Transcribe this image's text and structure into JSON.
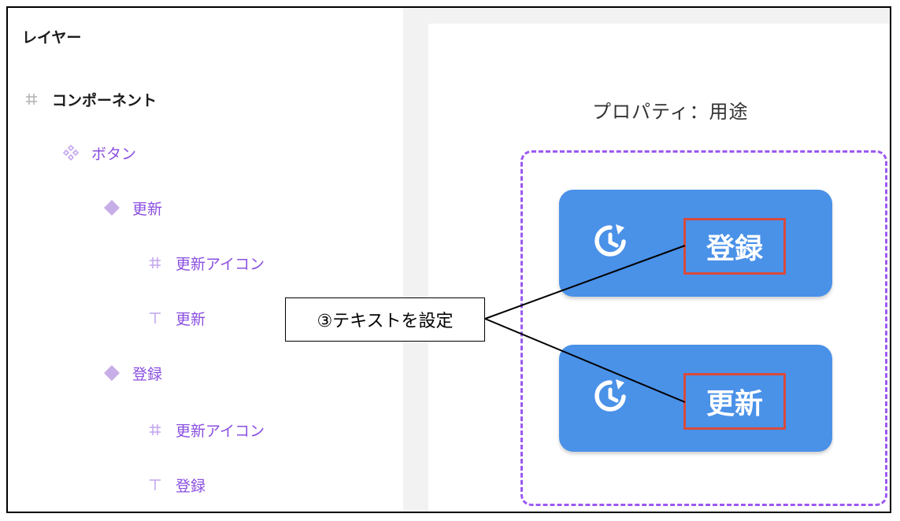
{
  "panel": {
    "title": "レイヤー"
  },
  "layers": [
    {
      "label": "コンポーネント",
      "icon": "hash-frame-icon"
    },
    {
      "label": "ボタン",
      "icon": "component-set-icon"
    },
    {
      "label": "更新",
      "icon": "variant-diamond-icon"
    },
    {
      "label": "更新アイコン",
      "icon": "hash-frame-icon"
    },
    {
      "label": "更新",
      "icon": "text-t-icon"
    },
    {
      "label": "登録",
      "icon": "variant-diamond-icon"
    },
    {
      "label": "更新アイコン",
      "icon": "hash-frame-icon"
    },
    {
      "label": "登録",
      "icon": "text-t-icon"
    }
  ],
  "canvas": {
    "property_label": "プロパティ：用途",
    "buttons": [
      {
        "text": "登録",
        "icon": "refresh-icon"
      },
      {
        "text": "更新",
        "icon": "refresh-icon"
      }
    ]
  },
  "callout": {
    "text": "③テキストを設定"
  },
  "colors": {
    "accent_purple": "#8a4fe0",
    "dashed_border": "#9b59f0",
    "button_blue": "#4a91e8",
    "highlight_red": "#d94a3b"
  }
}
